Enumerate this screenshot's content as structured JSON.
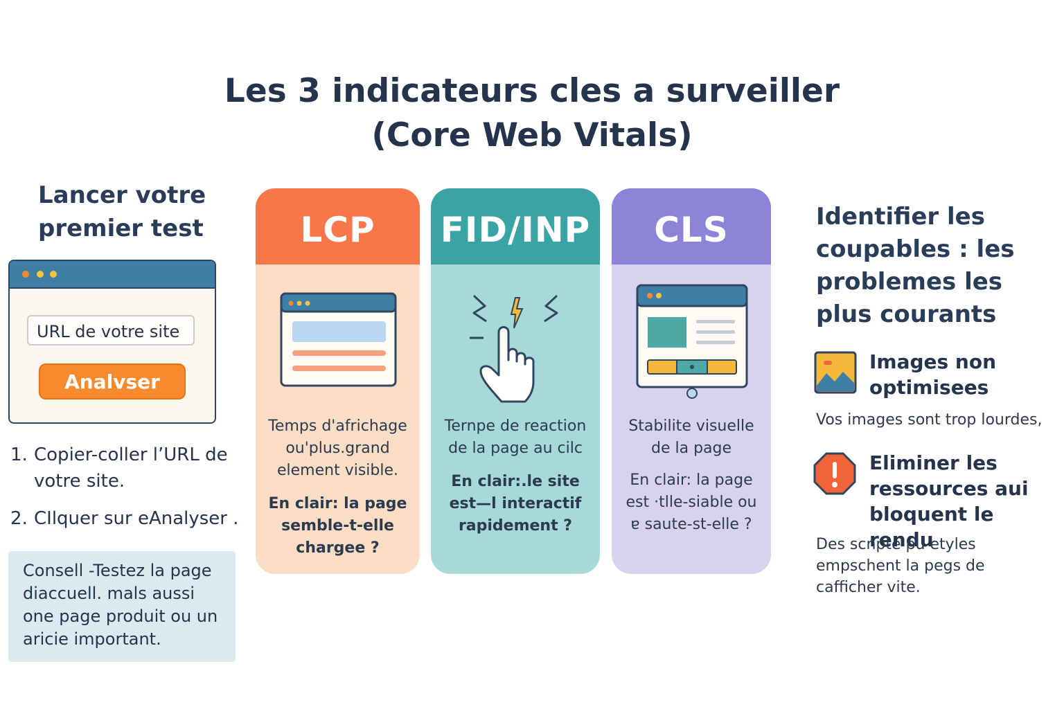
{
  "title": {
    "line1": "Les 3 indicateurs cles a surveiller",
    "line2": "(Core Web Vitals)"
  },
  "left": {
    "heading": "Lancer votre premier test",
    "url_placeholder": "URL de votre site",
    "analyze_button": "Analvser",
    "steps": [
      {
        "num": "1.",
        "text": "Copier-coller l’URL de votre site."
      },
      {
        "num": "2.",
        "text": "CIlquer sur eAnalyser ๭."
      }
    ],
    "tip": "Consell -Testez la page diaccuell. mals aussi one page produit ou un aricie important."
  },
  "cards": [
    {
      "name": "LCP",
      "description": "Temps d'africhage ou'plus.grand element visible.",
      "plain": "En clair: la page semble-t-elle chargee ?",
      "color": "#f7774a"
    },
    {
      "name": "FID/INP",
      "description": "Ternpe de reaction de la page au cilc",
      "plain": "En clair:.le site est—l interactif rapidement ?",
      "color": "#3aa3a4"
    },
    {
      "name": "CLS",
      "description": "Stabilite visuelle de la page",
      "plain": "En clair: la page est ·tlle-siable ou ɐ saute-st-elle ?",
      "color": "#8d83d9"
    }
  ],
  "right": {
    "heading": "Identifier les coupables : les problemes les plus courants",
    "issues": [
      {
        "icon": "image-icon",
        "title": "Images non optimisees",
        "description": "Vos images sont trop lourdes,"
      },
      {
        "icon": "warning-icon",
        "title": "Eliminer les ressources aui bloquent le rendu",
        "description": "Des scnpte pu etyles empschent la pegs de cafficher vite."
      }
    ]
  }
}
